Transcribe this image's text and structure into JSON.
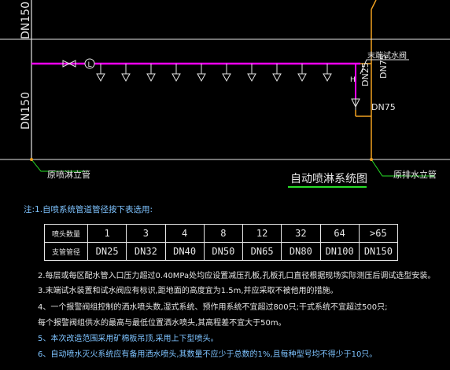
{
  "labels": {
    "dn150_upper": "DN150",
    "dn150_lower": "DN150",
    "test_valve": "末端试水阀",
    "dn25": "DN25",
    "dn75_vertical": "DN75",
    "dn75": "DN75",
    "h_mark": "H",
    "valve_l": "L",
    "riser_left": "原喷淋立管",
    "riser_right": "原排水立管",
    "diagram_title": "自动喷淋系统图"
  },
  "notes": {
    "note1": "注:1.自喷系统管道管径按下表选用:",
    "note2": "2.每层或每区配水管入口压力超过0.40MPa处均应设置减压孔板,孔板孔口直径根据现场实际测压后调试选型安装。",
    "note3": "3.末端试水装置和试水阀应有标识,距地面的高度宜为1.5m,并应采取不被他用的措施。",
    "note4": "4、一个报警阀组控制的洒水喷头数,湿式系统、预作用系统不宜超过800只;干式系统不宜超过500只;",
    "note4b": "每个报警阀组供水的最高与最低位置洒水喷头,其高程差不宜大于50m。",
    "note5": "5、本次改造范围采用矿棉板吊顶,采用上下型喷头。",
    "note6": "6、自动喷水灭火系统应有备用洒水喷头,其数量不应少于总数的1%,且每种型号均不得少于10只。"
  },
  "table": {
    "row1_header": "喷头数量",
    "row2_header": "支管管径",
    "heads": [
      "1",
      "3",
      "4",
      "8",
      "12",
      "32",
      "64",
      ">65"
    ],
    "sizes": [
      "DN25",
      "DN32",
      "DN40",
      "DN50",
      "DN65",
      "DN80",
      "DN100",
      "DN150"
    ]
  },
  "sprinkler_count": 10,
  "colors": {
    "background": "#000000",
    "pipe": "#ff00ff",
    "drain": "#f0a020",
    "lines": "#e6e6e6",
    "leader": "#28e028",
    "notes": "#7ec3ff"
  }
}
